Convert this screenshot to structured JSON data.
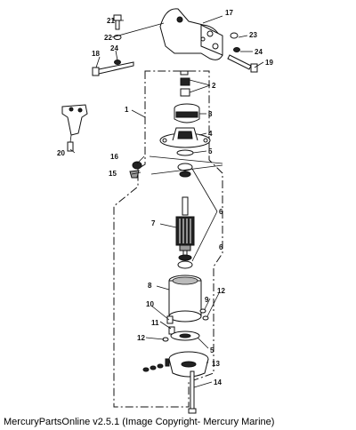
{
  "caption": "MercuryPartsOnline v2.5.1 (Image Copyright- Mercury Marine)",
  "callouts": {
    "c1": "1",
    "c2": "2",
    "c3": "3",
    "c4": "4",
    "c5a": "5",
    "c5b": "5",
    "c6a": "6",
    "c6b": "6",
    "c7": "7",
    "c8": "8",
    "c9": "9",
    "c10": "10",
    "c11": "11",
    "c12a": "12",
    "c12b": "12",
    "c13": "13",
    "c14": "14",
    "c15": "15",
    "c16": "16",
    "c17": "17",
    "c18": "18",
    "c19": "19",
    "c20": "20",
    "c21": "21",
    "c22": "22",
    "c23": "23",
    "c24a": "24",
    "c24b": "24"
  }
}
